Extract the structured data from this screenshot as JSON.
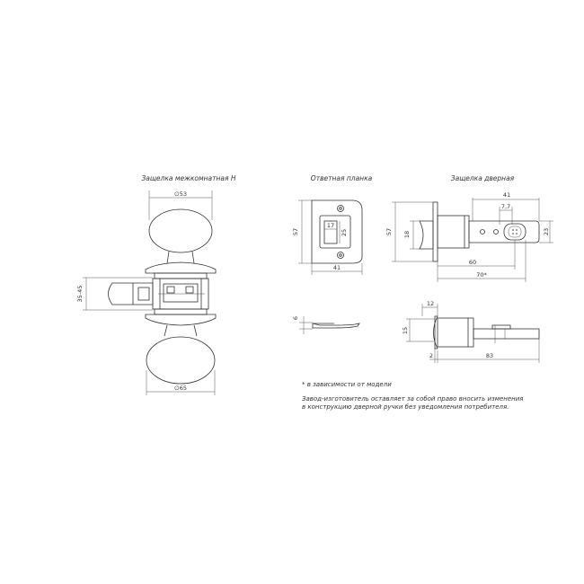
{
  "titles": {
    "latch_interior": "Защелка межкомнатная Н",
    "strike_plate": "Ответная планка",
    "door_latch": "Защелка дверная"
  },
  "dimensions": {
    "knob_top_diameter": "∅53",
    "knob_bottom_diameter": "∅65",
    "door_thickness": "35-45",
    "strike_height": "57",
    "strike_inner_width": "17",
    "strike_inner_height": "25",
    "strike_width": "41",
    "strike_side_thickness": "6",
    "latch_height": "57",
    "latch_bolt_height": "18",
    "latch_width_top": "41",
    "latch_hole_spacing": "7,7",
    "latch_right_height": "23",
    "latch_backset": "60",
    "latch_total": "70*",
    "latch_side_12": "12",
    "latch_side_15": "15",
    "latch_side_2": "2",
    "latch_side_83": "83"
  },
  "notes": {
    "footnote": "* в зависимости от модели",
    "disclaimer_line1": "Завод-изготовитель оставляет за собой право вносить изменения",
    "disclaimer_line2": "в конструкцию дверной ручки без уведомления потребителя."
  },
  "colors": {
    "line": "#333333",
    "background": "#ffffff"
  }
}
